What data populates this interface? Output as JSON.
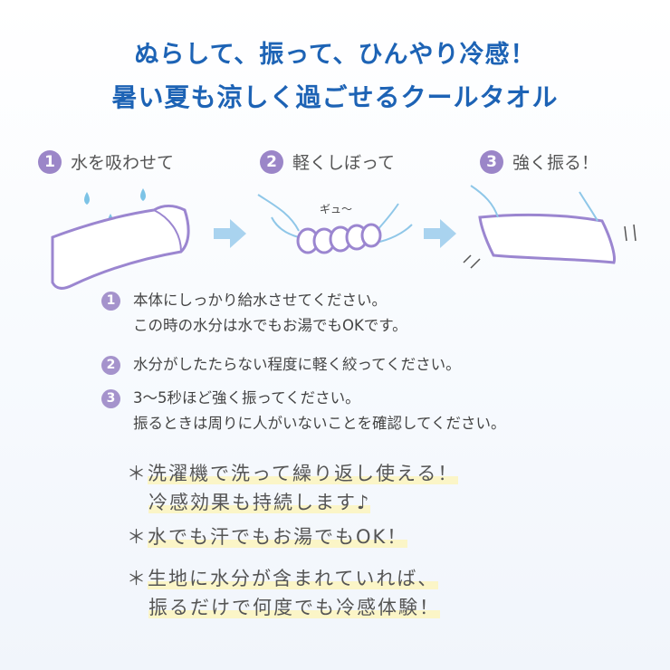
{
  "header": {
    "line1": "ぬらして、振って、ひんやり冷感！",
    "line2": "暑い夏も涼しく過ごせるクールタオル"
  },
  "steps": [
    {
      "num": "1",
      "label": "水を吸わせて"
    },
    {
      "num": "2",
      "label": "軽くしぼって"
    },
    {
      "num": "3",
      "label": "強く振る！"
    }
  ],
  "sound_effect": "ギュ～",
  "instructions": [
    {
      "num": "1",
      "lines": [
        "本体にしっかり給水させてください。",
        "この時の水分は水でもお湯でもOKです。"
      ]
    },
    {
      "num": "2",
      "lines": [
        "水分がしたたらない程度に軽く絞ってください。"
      ]
    },
    {
      "num": "3",
      "lines": [
        "3～5秒ほど強く振ってください。",
        "振るときは周りに人がいないことを確認してください。"
      ]
    }
  ],
  "notes": [
    {
      "mark": "＊",
      "lines": [
        "洗濯機で洗って繰り返し使える！",
        "冷感効果も持続します♪"
      ]
    },
    {
      "mark": "＊",
      "lines": [
        "水でも汗でもお湯でもOK！"
      ]
    },
    {
      "mark": "＊",
      "lines": [
        "生地に水分が含まれていれば、",
        "振るだけで何度でも冷感体験！"
      ]
    }
  ],
  "colors": {
    "title": "#1d63b5",
    "step_circle": "#9b86c8",
    "towel_outline": "#9b86d0",
    "arrow": "#a9d3ef",
    "water_drop": "#7cc3e6",
    "highlight": "#fbf5c7"
  }
}
